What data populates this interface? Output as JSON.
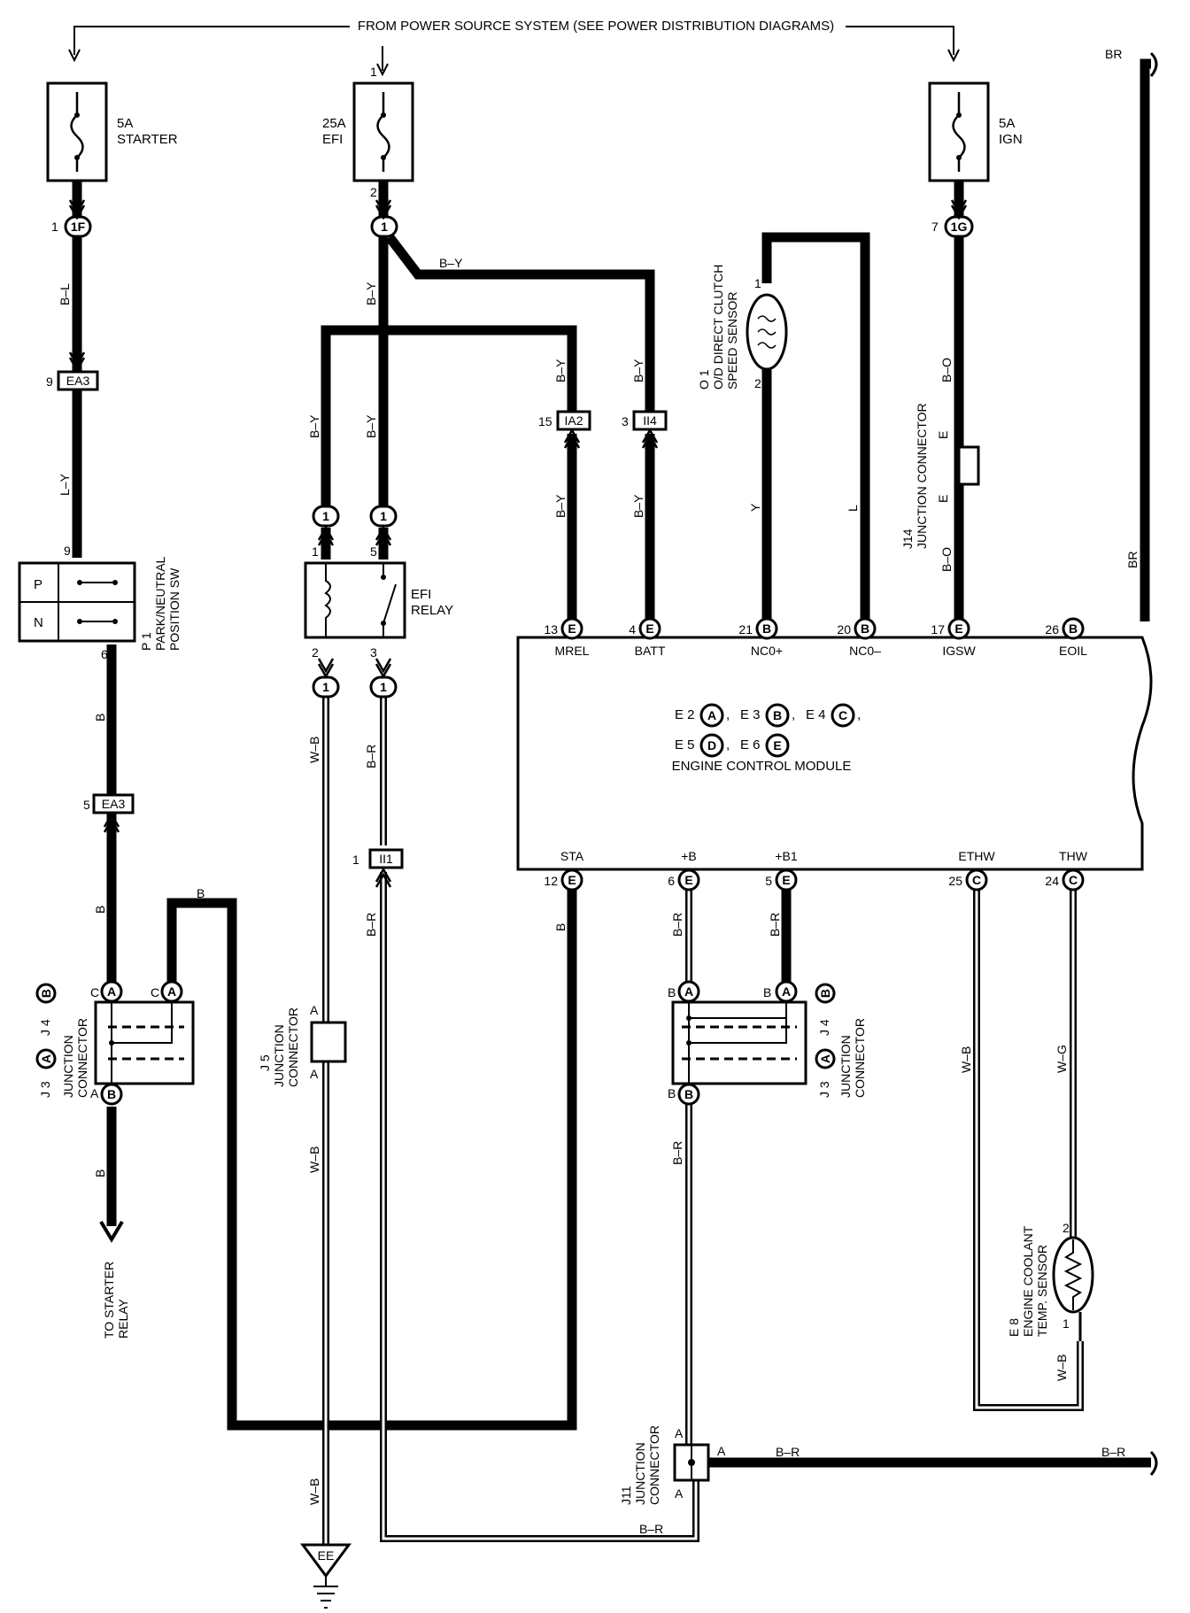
{
  "header": {
    "power_source": "FROM POWER SOURCE SYSTEM (SEE POWER DISTRIBUTION DIAGRAMS)"
  },
  "fuses": {
    "starter": {
      "rating": "5A",
      "name": "STARTER"
    },
    "efi": {
      "rating": "25A",
      "name": "EFI",
      "pin_in": "1",
      "pin_out": "2"
    },
    "ign": {
      "rating": "5A",
      "name": "IGN"
    }
  },
  "connectors": {
    "c1f": "1F",
    "c1f_pin": "1",
    "c1_efi": "1",
    "c1g": "1G",
    "c1g_pin": "7",
    "ea3_top": "EA3",
    "ea3_top_pin": "9",
    "ea3_bot": "EA3",
    "ea3_bot_pin": "5",
    "ia2": "IA2",
    "ia2_pin": "15",
    "ii4": "II4",
    "ii4_pin": "3",
    "ii1": "II1",
    "ii1_pin": "1",
    "relay_in_l": "1",
    "relay_in_r": "1",
    "relay_out_l": "1",
    "relay_out_r": "1",
    "ground": "EE"
  },
  "wires": {
    "b_l": "B–L",
    "l_y": "L–Y",
    "b_y_top": "B–Y",
    "b_y1": "B–Y",
    "b_y2": "B–Y",
    "b_y3": "B–Y",
    "b_y4": "B–Y",
    "b_y5": "B–Y",
    "b_y6": "B–Y",
    "y": "Y",
    "l": "L",
    "b_o1": "B–O",
    "b_o2": "B–O",
    "br1": "BR",
    "br2": "BR",
    "b1": "B",
    "b2": "B",
    "b3": "B",
    "b4": "B",
    "b5": "B",
    "w_b1": "W–B",
    "w_b2": "W–B",
    "w_b3": "W–B",
    "w_b4": "W–B",
    "w_b5": "W–B",
    "b_r1": "B–R",
    "b_r2": "B–R",
    "b_r3": "B–R",
    "b_r4": "B–R",
    "b_r5": "B–R",
    "b_r6": "B–R",
    "b_r7": "B–R",
    "b_r8": "B–R",
    "w_g": "W–G"
  },
  "components": {
    "park_sw": {
      "id": "P 1",
      "name1": "PARK/NEUTRAL",
      "name2": "POSITION SW",
      "p": "P",
      "n": "N",
      "pin_top": "9",
      "pin_bot": "6"
    },
    "efi_relay": {
      "name1": "EFI",
      "name2": "RELAY",
      "p1": "1",
      "p5": "5",
      "p2": "2",
      "p3": "3"
    },
    "od_sensor": {
      "id": "O 1",
      "name1": "O/D DIRECT CLUTCH",
      "name2": "SPEED SENSOR",
      "p1": "1",
      "p2": "2"
    },
    "j14": {
      "id": "J14",
      "name": "JUNCTION CONNECTOR",
      "letter": "E"
    },
    "j5": {
      "id": "J 5",
      "name1": "JUNCTION",
      "name2": "CONNECTOR",
      "a": "A"
    },
    "j11": {
      "id": "J11",
      "name1": "JUNCTION",
      "name2": "CONNECTOR",
      "a": "A"
    },
    "coolant": {
      "id": "E 8",
      "name1": "ENGINE COOLANT",
      "name2": "TEMP. SENSOR",
      "p2": "2",
      "p1": "1"
    },
    "to_starter": {
      "line1": "TO STARTER",
      "line2": "RELAY"
    },
    "j3j4_left": {
      "j3": "J 3",
      "j4": "J 4",
      "name1": "JUNCTION",
      "name2": "CONNECTOR",
      "ca": "A",
      "cb": "B"
    },
    "j3j4_right": {
      "j3": "J 3",
      "j4": "J 4",
      "name1": "JUNCTION",
      "name2": "CONNECTOR",
      "ca": "A",
      "cb": "B"
    }
  },
  "ecm": {
    "name": "ENGINE CONTROL MODULE",
    "line1": [
      "E 2",
      "A",
      "E 3",
      "B",
      "E 4",
      "C"
    ],
    "line2": [
      "E 5",
      "D",
      "E 6",
      "E"
    ],
    "top_pins": [
      {
        "num": "13",
        "conn": "E",
        "label": "MREL"
      },
      {
        "num": "4",
        "conn": "E",
        "label": "BATT"
      },
      {
        "num": "21",
        "conn": "B",
        "label": "NC0+"
      },
      {
        "num": "20",
        "conn": "B",
        "label": "NC0–"
      },
      {
        "num": "17",
        "conn": "E",
        "label": "IGSW"
      },
      {
        "num": "26",
        "conn": "B",
        "label": "EOIL"
      }
    ],
    "bottom_pins": [
      {
        "num": "12",
        "conn": "E",
        "label": "STA"
      },
      {
        "num": "6",
        "conn": "E",
        "label": "+B"
      },
      {
        "num": "5",
        "conn": "E",
        "label": "+B1"
      },
      {
        "num": "25",
        "conn": "C",
        "label": "ETHW"
      },
      {
        "num": "24",
        "conn": "C",
        "label": "THW"
      }
    ]
  }
}
